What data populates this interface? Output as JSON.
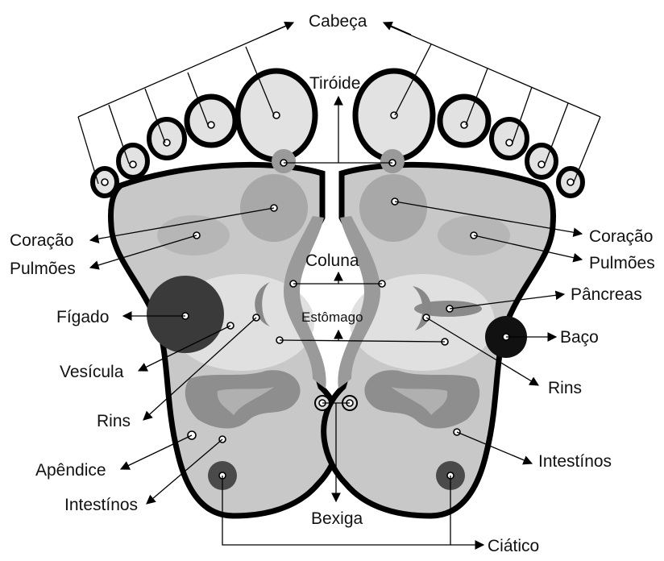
{
  "labels": {
    "cabeca": "Cabeça",
    "tiroide": "Tiróide",
    "coracao_left": "Coração",
    "coracao_right": "Coração",
    "pulmoes_left": "Pulmões",
    "pulmoes_right": "Pulmões",
    "coluna": "Coluna",
    "pancreas": "Pâncreas",
    "figado": "Fígado",
    "estomago": "Estômago",
    "baco": "Baço",
    "vesicula": "Vesícula",
    "rins_left": "Rins",
    "rins_right": "Rins",
    "apendice": "Apêndice",
    "intestinos_left": "Intestínos",
    "intestinos_right": "Intestínos",
    "bexiga": "Bexiga",
    "ciatico": "Ciático"
  },
  "colors": {
    "outline": "#000000",
    "foot_fill": "#c8c8c8",
    "zone_mid": "#a8a8a8",
    "zone_dark": "#6e6e6e",
    "liver": "#3a3a3a",
    "toe_fill": "#e2e2e2"
  }
}
